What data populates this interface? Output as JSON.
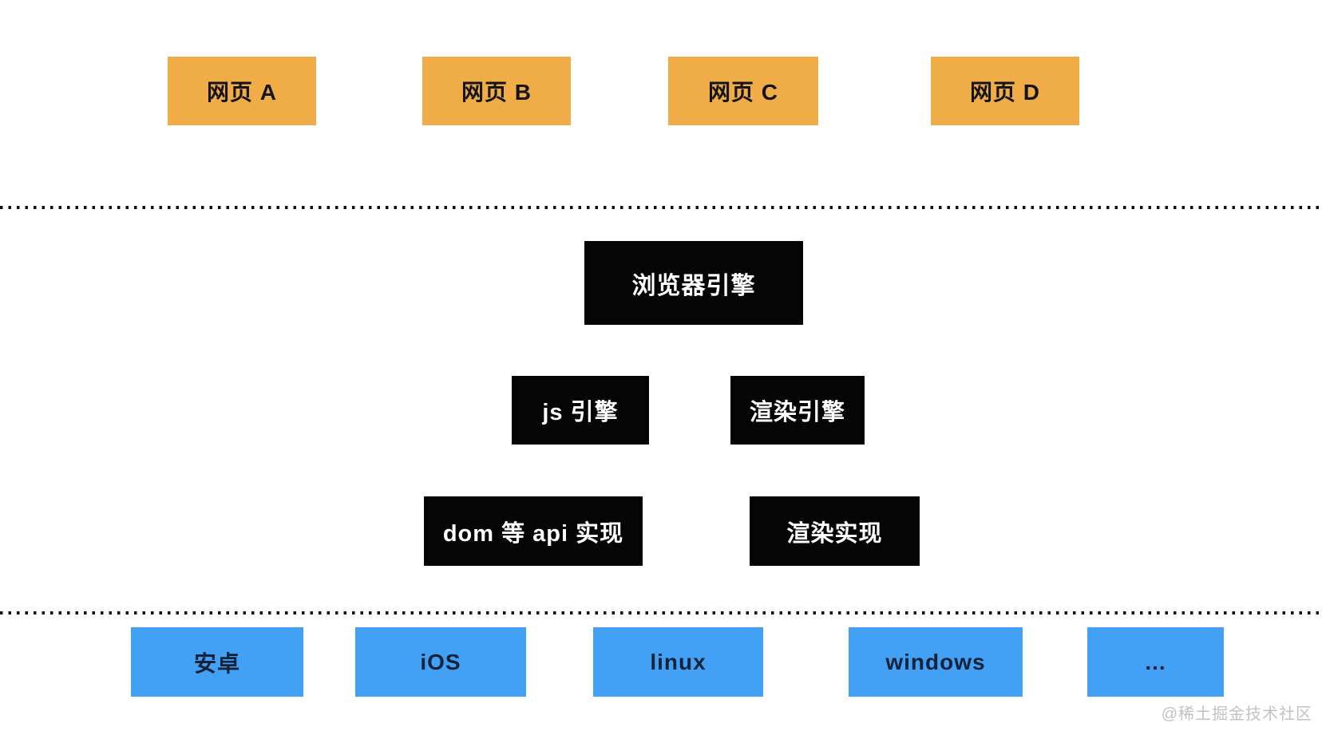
{
  "diagram": {
    "title_implied": "browser architecture layers",
    "webpages": [
      {
        "label": "网页 A"
      },
      {
        "label": "网页 B"
      },
      {
        "label": "网页 C"
      },
      {
        "label": "网页 D"
      }
    ],
    "browser_engine": {
      "label": "浏览器引擎"
    },
    "engines": [
      {
        "label": "js 引擎"
      },
      {
        "label": "渲染引擎"
      }
    ],
    "implementations": [
      {
        "label": "dom 等 api 实现"
      },
      {
        "label": "渲染实现"
      }
    ],
    "platforms": [
      {
        "label": "安卓"
      },
      {
        "label": "iOS"
      },
      {
        "label": "linux"
      },
      {
        "label": "windows"
      },
      {
        "label": "..."
      }
    ],
    "watermark": "@稀土掘金技术社区"
  },
  "colors": {
    "webpage_box": "#f0ac47",
    "engine_box": "#050505",
    "engine_text": "#ffffff",
    "platform_box": "#42a0f5",
    "divider_dots": "#111111",
    "watermark_text": "#c2c2c2",
    "background": "#ffffff"
  }
}
